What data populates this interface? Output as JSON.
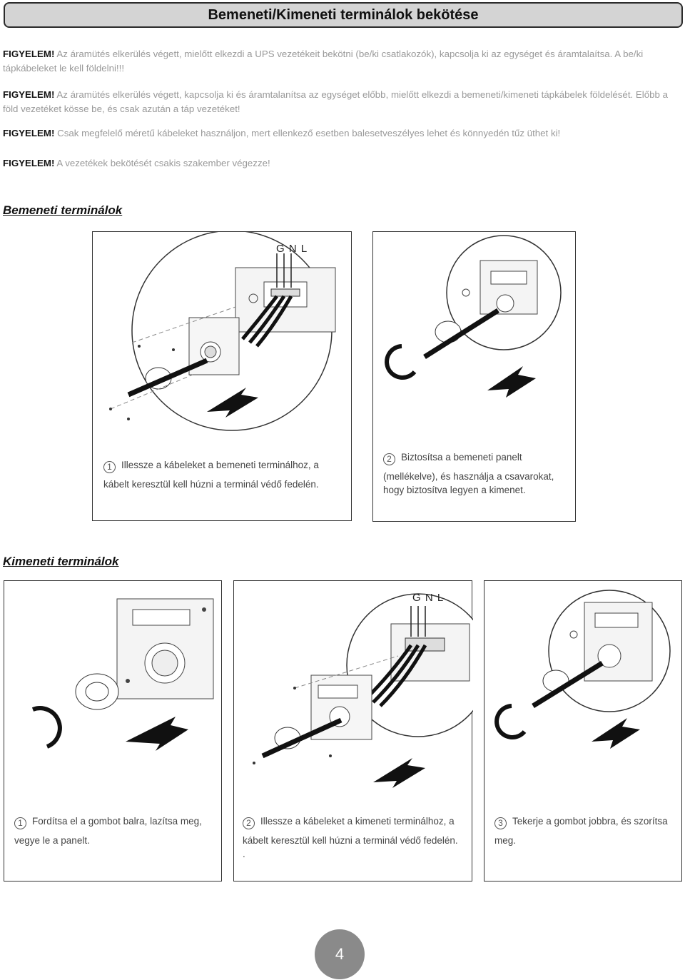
{
  "header": {
    "title": "Bemeneti/Kimeneti terminálok bekötése"
  },
  "warnings": [
    {
      "lead": "FIGYELEM!",
      "text": " Az áramütés elkerülés végett, mielőtt elkezdi a UPS vezetékeit bekötni (be/ki csatlakozók), kapcsolja ki az egységet és áramtalaítsa. A be/ki tápkábeleket le kell földelni!!!"
    },
    {
      "lead": "FIGYELEM!",
      "text": " Az áramütés elkerülés végett, kapcsolja ki és áramtalanítsa az egységet előbb, mielőtt elkezdi a bemeneti/kimeneti tápkábelek földelését. Előbb a föld vezetéket kösse be, és csak azután a táp vezetéket!"
    },
    {
      "lead": "FIGYELEM!",
      "text": " Csak megfelelő méretű kábeleket használjon, mert ellenkező esetben balesetveszélyes lehet és könnyedén tűz üthet ki!"
    },
    {
      "lead": "FIGYELEM!",
      "text": " A vezetékek bekötését csakis szakember végezze!"
    }
  ],
  "input_section": {
    "heading": "Bemeneti terminálok",
    "gnl_label": "G N L",
    "steps": [
      {
        "num": "1",
        "line1": "Illessze a kábeleket a bemeneti terminálhoz, a",
        "line2": "kábelt keresztül kell húzni a terminál védő fedelén."
      },
      {
        "num": "2",
        "line1": "Biztosítsa a bemeneti panelt",
        "line2": "(mellékelve), és használja a csavarokat,",
        "line3": "hogy biztosítva legyen a kimenet."
      }
    ]
  },
  "output_section": {
    "heading": "Kimeneti terminálok",
    "gnl_label": "G N L",
    "steps": [
      {
        "num": "1",
        "line1": "Fordítsa el a gombot balra, lazítsa meg,",
        "line2": "vegye le a panelt."
      },
      {
        "num": "2",
        "line1": "Illessze a kábeleket a kimeneti terminálhoz, a",
        "line2": "kábelt keresztül kell húzni a terminál védő fedelén.",
        "line3": "."
      },
      {
        "num": "3",
        "line1": "Tekerje a gombot jobbra, és szorítsa",
        "line2": "meg."
      }
    ]
  },
  "footer": {
    "page_number": "4"
  }
}
